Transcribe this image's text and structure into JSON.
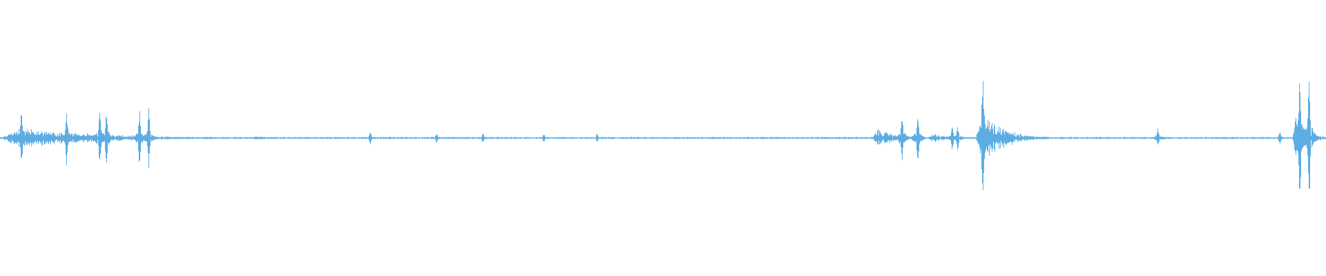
{
  "waveform": {
    "color": "#5dade2",
    "background": "#ffffff",
    "baseline_level": 0.012,
    "bursts": [
      {
        "start": 0.0,
        "end": 0.19,
        "peak": 0.32,
        "spikes": [
          0.016,
          0.05,
          0.075,
          0.08,
          0.105,
          0.112
        ]
      },
      {
        "start": 0.19,
        "end": 0.225,
        "peak": 0.07,
        "spikes": []
      },
      {
        "start": 0.262,
        "end": 0.266,
        "peak": 0.03,
        "spikes": []
      },
      {
        "start": 0.278,
        "end": 0.284,
        "peak": 0.07,
        "spikes": [
          0.279
        ]
      },
      {
        "start": 0.328,
        "end": 0.342,
        "peak": 0.06,
        "spikes": [
          0.329
        ]
      },
      {
        "start": 0.362,
        "end": 0.372,
        "peak": 0.06,
        "spikes": [
          0.364
        ]
      },
      {
        "start": 0.38,
        "end": 0.39,
        "peak": 0.04,
        "spikes": []
      },
      {
        "start": 0.408,
        "end": 0.424,
        "peak": 0.05,
        "spikes": [
          0.41
        ]
      },
      {
        "start": 0.449,
        "end": 0.455,
        "peak": 0.05,
        "spikes": [
          0.45
        ]
      },
      {
        "start": 0.48,
        "end": 0.486,
        "peak": 0.03,
        "spikes": []
      },
      {
        "start": 0.531,
        "end": 0.537,
        "peak": 0.03,
        "spikes": []
      },
      {
        "start": 0.583,
        "end": 0.588,
        "peak": 0.025,
        "spikes": []
      },
      {
        "start": 0.658,
        "end": 0.7,
        "peak": 0.3,
        "spikes": [
          0.68,
          0.692
        ]
      },
      {
        "start": 0.7,
        "end": 0.735,
        "peak": 0.15,
        "spikes": [
          0.718,
          0.722
        ]
      },
      {
        "start": 0.736,
        "end": 0.79,
        "peak": 0.8,
        "spikes": [
          0.741
        ]
      },
      {
        "start": 0.847,
        "end": 0.851,
        "peak": 0.04,
        "spikes": []
      },
      {
        "start": 0.87,
        "end": 0.89,
        "peak": 0.11,
        "spikes": [
          0.873
        ]
      },
      {
        "start": 0.938,
        "end": 0.942,
        "peak": 0.03,
        "spikes": []
      },
      {
        "start": 0.963,
        "end": 0.975,
        "peak": 0.07,
        "spikes": [
          0.965
        ]
      },
      {
        "start": 0.975,
        "end": 1.0,
        "peak": 0.78,
        "spikes": [
          0.98,
          0.987
        ]
      }
    ]
  }
}
